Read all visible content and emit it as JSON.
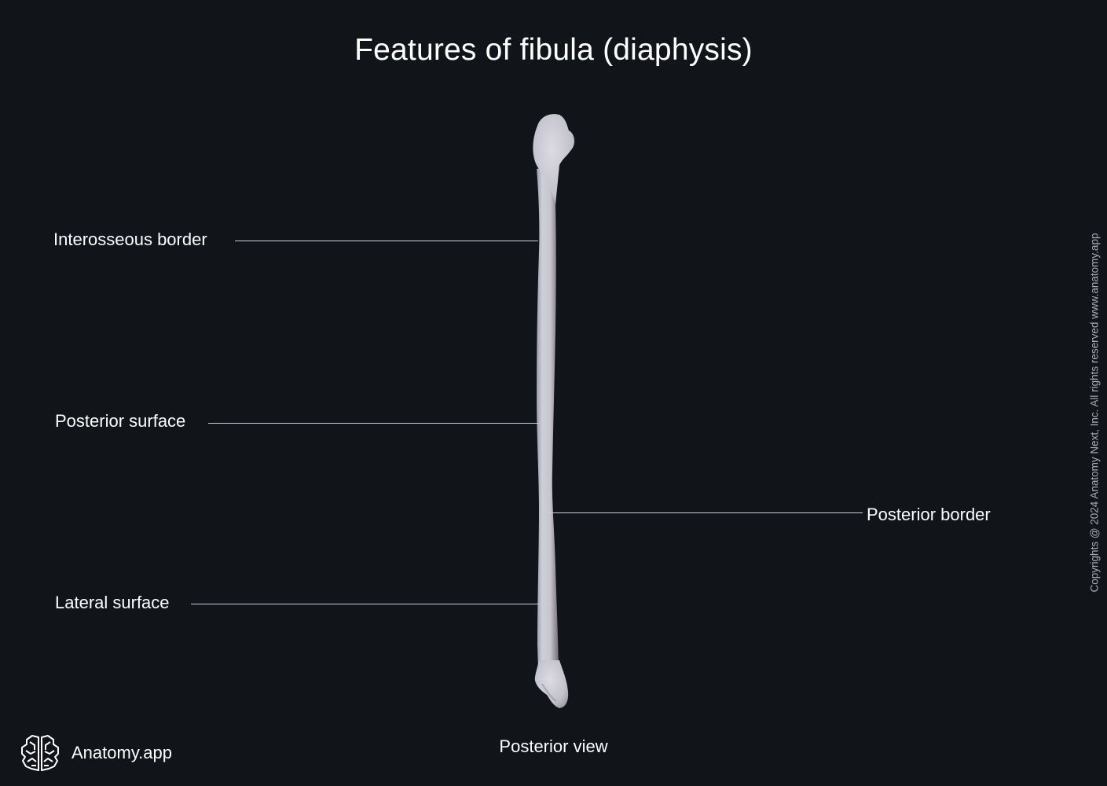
{
  "title": "Features of fibula (diaphysis)",
  "labels": {
    "interosseous_border": "Interosseous border",
    "posterior_surface": "Posterior surface",
    "posterior_border": "Posterior border",
    "lateral_surface": "Lateral surface"
  },
  "view": "Posterior view",
  "brand": {
    "name": "Anatomy.app",
    "icon": "brain-icon"
  },
  "copyright": "Copyrights @ 2024 Anatomy Next, Inc. All rights reserved www.anatomy.app",
  "colors": {
    "background": "#111419",
    "text": "#ffffff",
    "leader_line": "#c9ccd2",
    "bone": "#c4c3cc",
    "copyright_text": "#a9acb2"
  }
}
